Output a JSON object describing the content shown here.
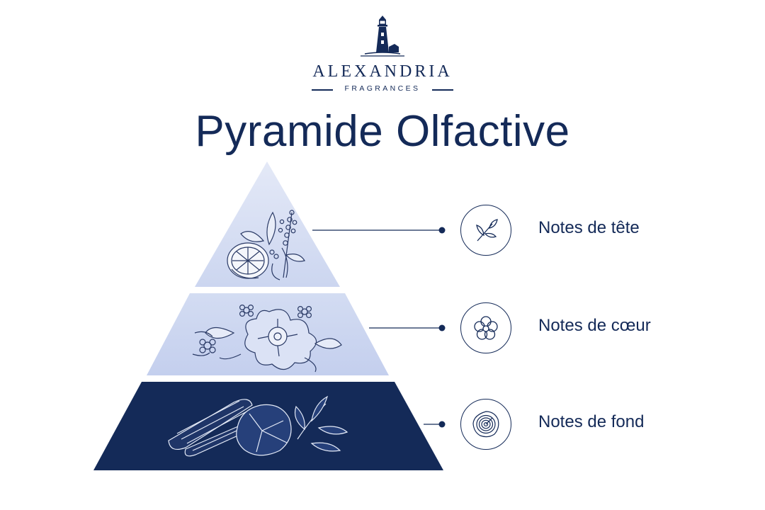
{
  "brand": {
    "name": "ALEXANDRIA",
    "subtitle": "FRAGRANCES",
    "logo_icon": "lighthouse-icon"
  },
  "title": "Pyramide Olfactive",
  "colors": {
    "navy": "#142a58",
    "tier_top": "#d4ddf2",
    "tier_middle": "#c9d4ef",
    "tier_base": "#142a58"
  },
  "tiers": [
    {
      "label": "Notes de tête",
      "icon": "leaf-sprig-icon",
      "illustration": "citrus-lavender-illustration"
    },
    {
      "label": "Notes de cœur",
      "icon": "flower-icon",
      "illustration": "floral-illustration"
    },
    {
      "label": "Notes de fond",
      "icon": "wood-rings-icon",
      "illustration": "wood-resin-illustration"
    }
  ]
}
